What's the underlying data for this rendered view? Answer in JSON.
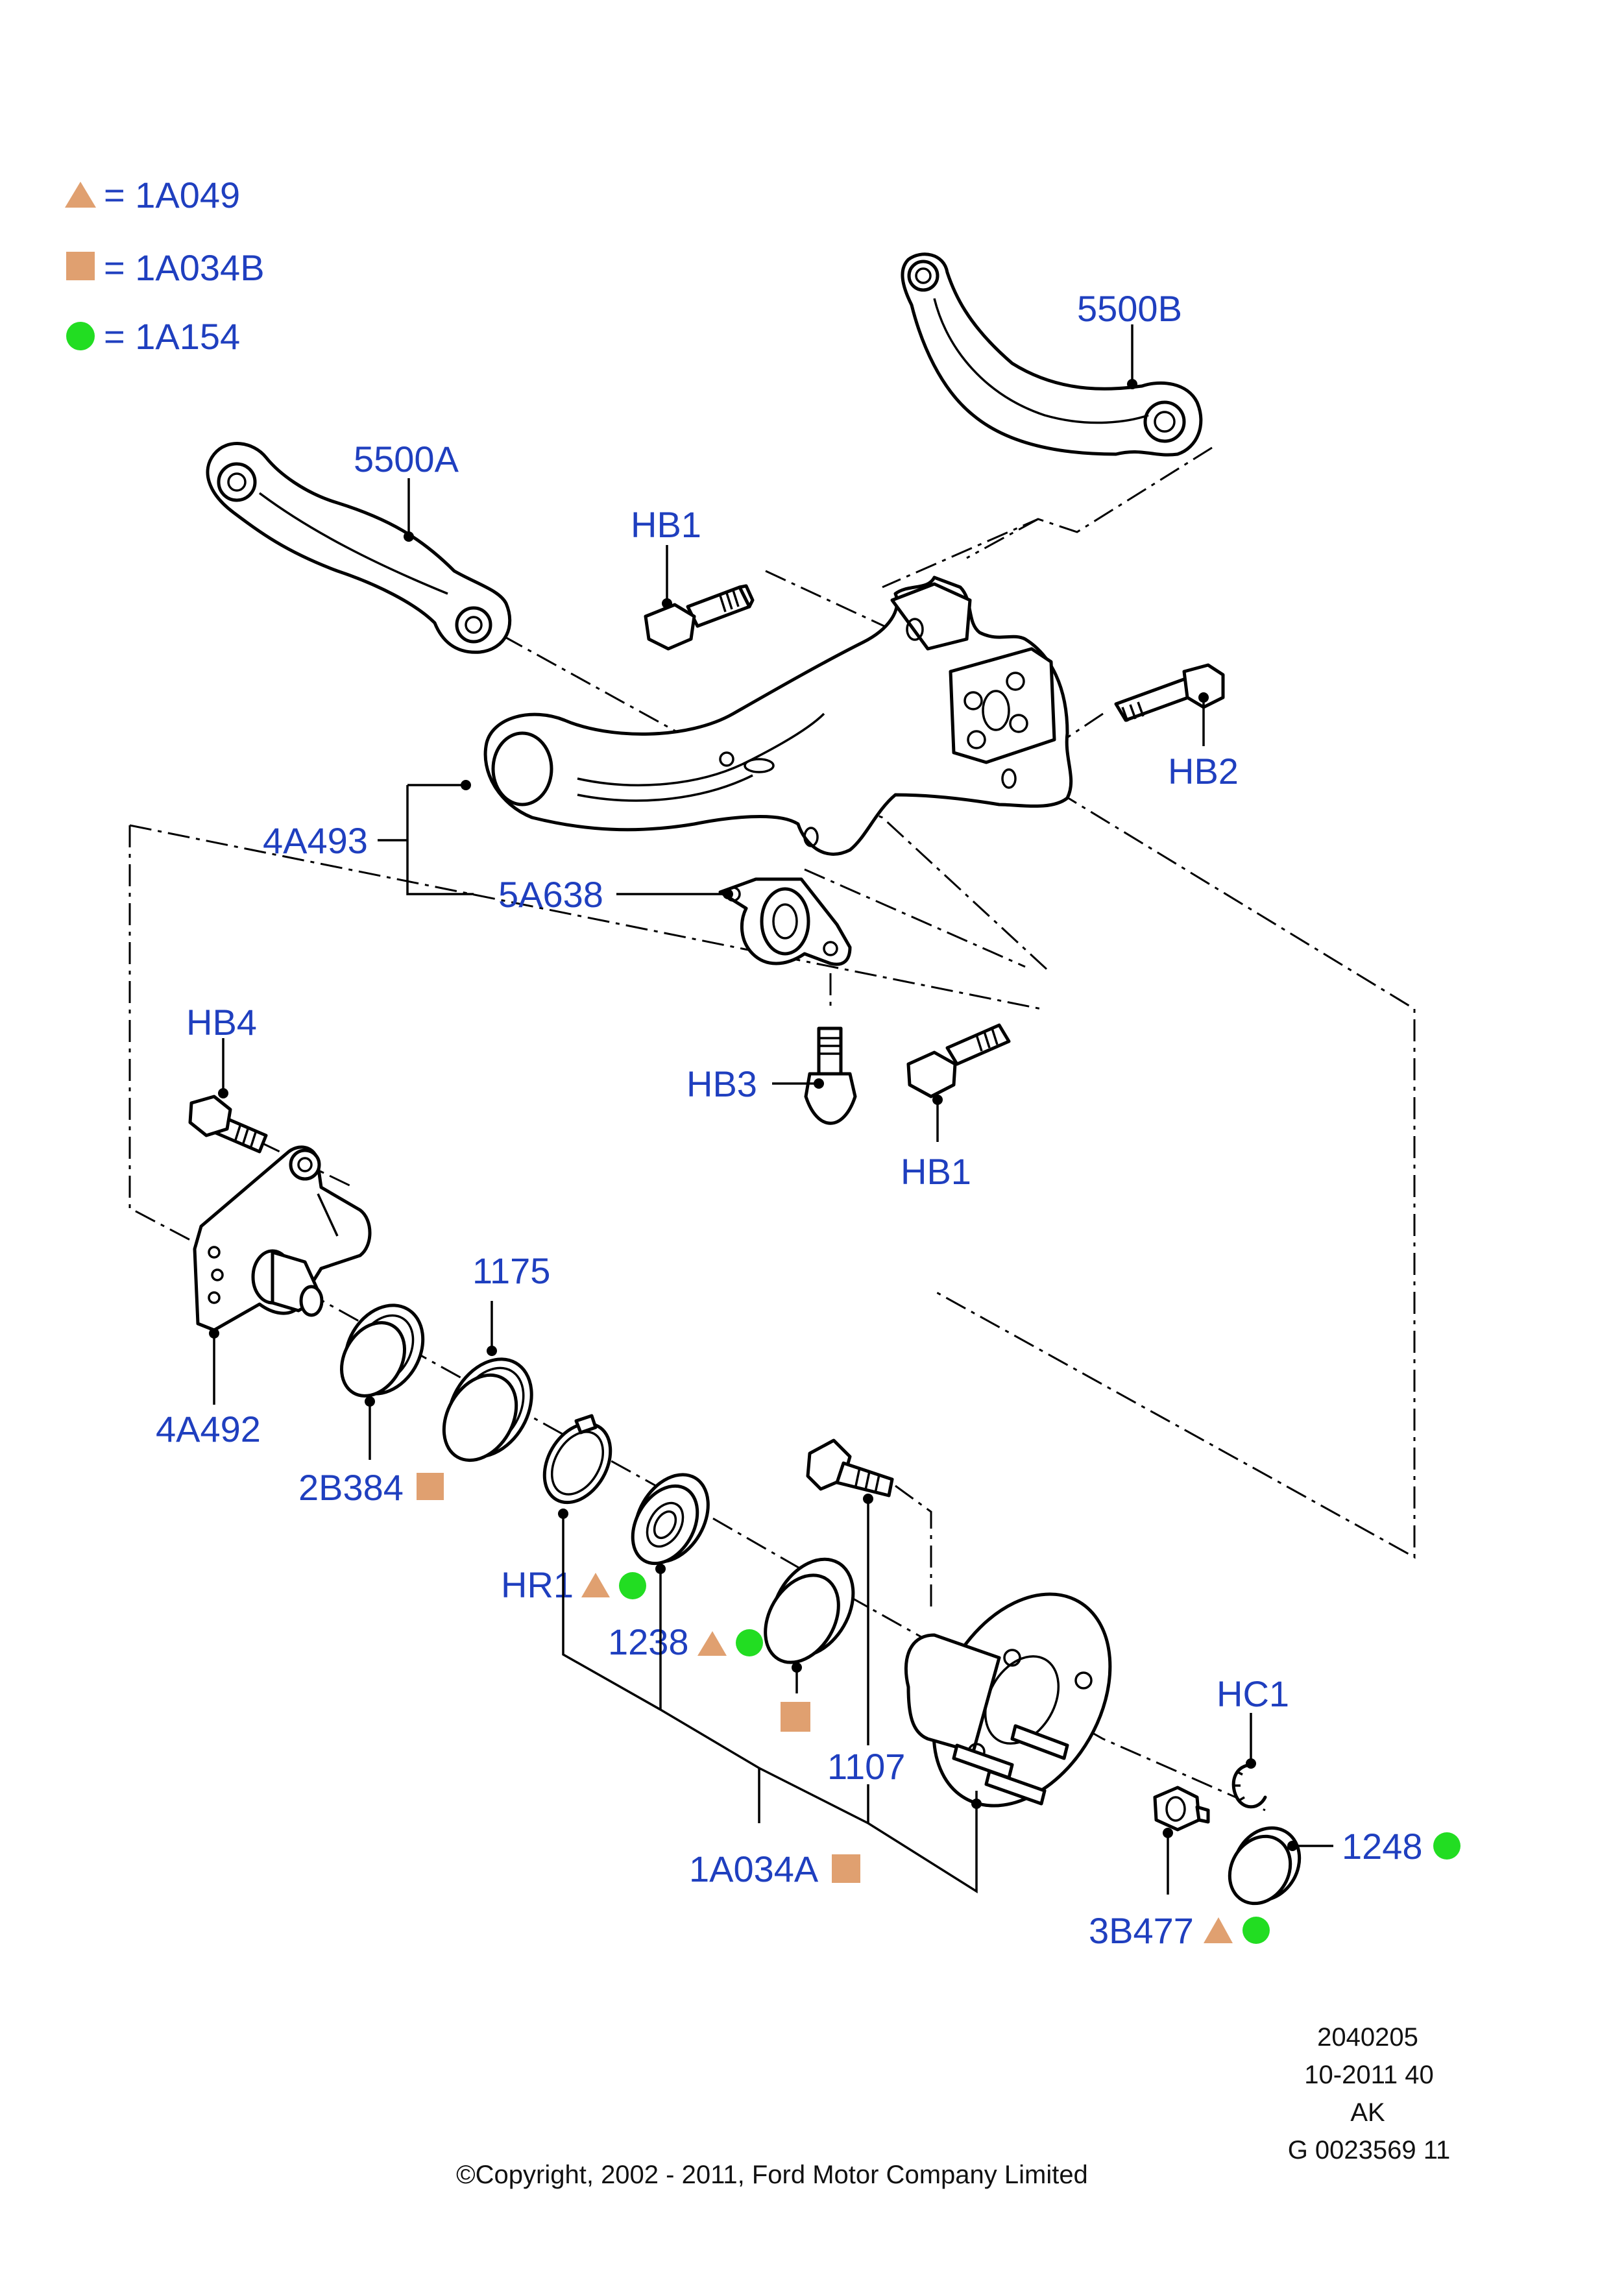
{
  "legend": {
    "items": [
      {
        "symbol": "triangle",
        "label": "= 1A049"
      },
      {
        "symbol": "square",
        "label": "= 1A034B"
      },
      {
        "symbol": "circle",
        "label": "= 1A154"
      }
    ]
  },
  "colors": {
    "triangle": "#e0a070",
    "square": "#e0a070",
    "circle": "#22dd22",
    "callout_text": "#1f3fbf"
  },
  "callouts": {
    "p5500b": "5500B",
    "p5500a": "5500A",
    "hb1_top": "HB1",
    "hb2": "HB2",
    "p4a493": "4A493",
    "p5a638": "5A638",
    "hb4": "HB4",
    "hb3": "HB3",
    "hb1_bottom": "HB1",
    "p1175": "1175",
    "p4a492": "4A492",
    "p2b384": "2B384",
    "hr1": "HR1",
    "p1238": "1238",
    "p1107": "1107",
    "hc1": "HC1",
    "p1248": "1248",
    "p1a034a": "1A034A",
    "p3b477": "3B477"
  },
  "meta": {
    "ref_line1": "2040205",
    "ref_line2": "10-2011 40",
    "ref_line3": "AK",
    "ref_line4": "G 0023569 11",
    "copyright": "©Copyright, 2002 - 2011, Ford Motor Company Limited"
  }
}
